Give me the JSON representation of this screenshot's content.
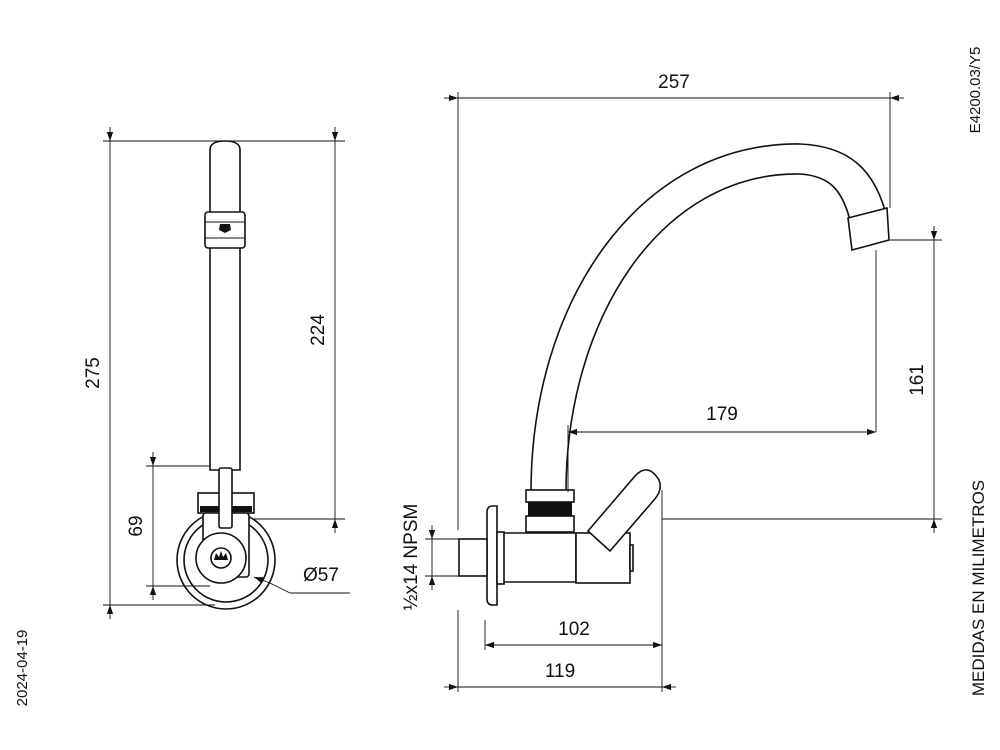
{
  "labels": {
    "code": "E4200.03/Y5",
    "date": "2024-04-19",
    "units_note": "MEDIDAS EN MILIMETROS",
    "thread": "½x14 NPSM"
  },
  "front_view": {
    "total_height": "275",
    "spout_height": "224",
    "base_height": "69",
    "flange_diameter": "Ø57"
  },
  "side_view": {
    "total_reach": "257",
    "outlet_height": "161",
    "spout_reach": "179",
    "handle_reach": "102",
    "overall_depth": "119"
  },
  "colors": {
    "line": "#111111",
    "background": "#ffffff"
  }
}
